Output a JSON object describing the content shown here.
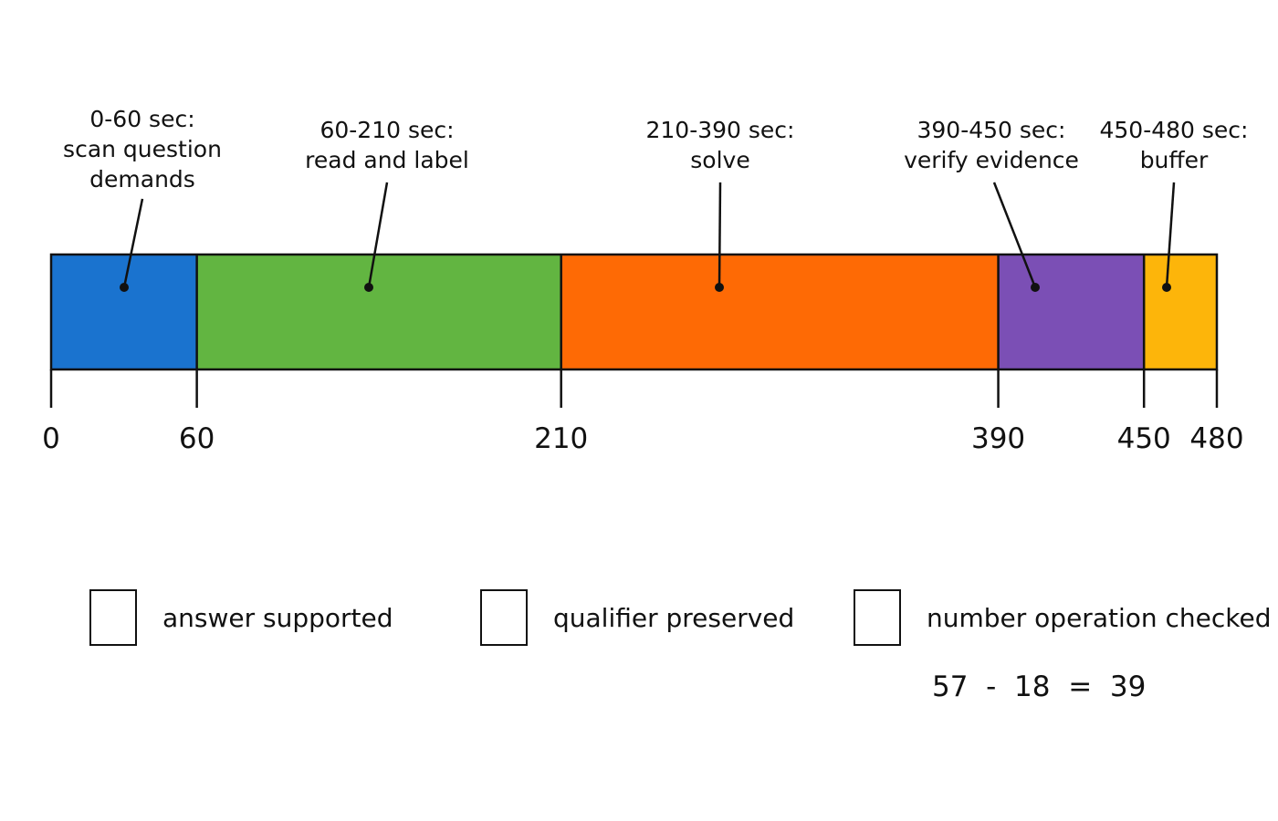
{
  "timeline": {
    "total_seconds": 480,
    "segments": [
      {
        "start": 0,
        "end": 60,
        "label_lines": [
          "0-60 sec:",
          "scan question",
          "demands"
        ],
        "color": "#1a73cf"
      },
      {
        "start": 60,
        "end": 210,
        "label_lines": [
          "60-210 sec:",
          "read and label"
        ],
        "color": "#62b541"
      },
      {
        "start": 210,
        "end": 390,
        "label_lines": [
          "210-390 sec:",
          "solve"
        ],
        "color": "#fe6a05"
      },
      {
        "start": 390,
        "end": 450,
        "label_lines": [
          "390-450 sec:",
          "verify evidence"
        ],
        "color": "#7b4fb5"
      },
      {
        "start": 450,
        "end": 480,
        "label_lines": [
          "450-480 sec:",
          "buffer"
        ],
        "color": "#fdb50a"
      }
    ],
    "ticks": [
      "0",
      "60",
      "210",
      "390",
      "450",
      "480"
    ]
  },
  "checklist": [
    {
      "label": "answer supported",
      "checked": false
    },
    {
      "label": "qualifier preserved",
      "checked": false
    },
    {
      "label": "number operation checked",
      "checked": false
    }
  ],
  "equation": "57  -  18  =  39"
}
